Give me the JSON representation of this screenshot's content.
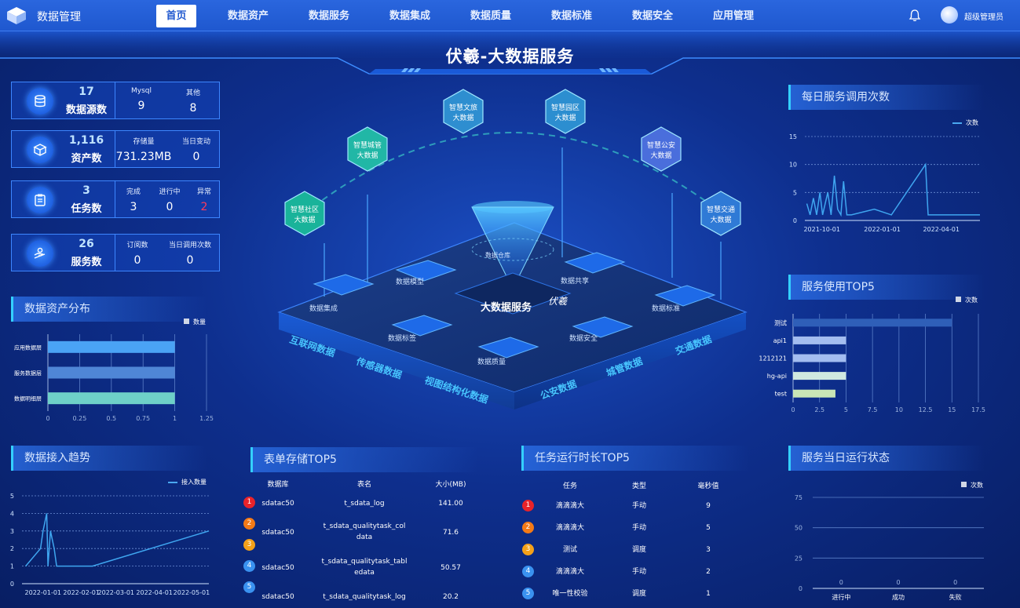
{
  "header": {
    "app_title": "数据管理",
    "nav": [
      "首页",
      "数据资产",
      "数据服务",
      "数据集成",
      "数据质量",
      "数据标准",
      "数据安全",
      "应用管理"
    ],
    "active_nav": "首页",
    "user_name": "超级管理员"
  },
  "hero": {
    "title": "伏羲-大数据服务"
  },
  "stats": [
    {
      "value": "17",
      "label": "数据源数",
      "icon": "database-icon",
      "subs": [
        {
          "label": "Mysql",
          "value": "9"
        },
        {
          "label": "其他",
          "value": "8"
        }
      ]
    },
    {
      "value": "1,116",
      "label": "资产数",
      "icon": "cube-icon",
      "subs": [
        {
          "label": "存储量",
          "value": "731.23MB"
        },
        {
          "label": "当日变动",
          "value": "0"
        }
      ]
    },
    {
      "value": "3",
      "label": "任务数",
      "icon": "clipboard-icon",
      "subs": [
        {
          "label": "完成",
          "value": "3"
        },
        {
          "label": "进行中",
          "value": "0"
        },
        {
          "label": "异常",
          "value": "2"
        }
      ]
    },
    {
      "value": "26",
      "label": "服务数",
      "icon": "hand-service-icon",
      "subs": [
        {
          "label": "订阅数",
          "value": "0"
        },
        {
          "label": "当日调用次数",
          "value": "0"
        }
      ]
    }
  ],
  "colors": {
    "accent": "#34d0ff",
    "alert": "#ff3b5c",
    "nav_bg": "#1f58cf"
  },
  "diagram": {
    "hexagons": [
      "智慧社区\n大数据",
      "智慧城管\n大数据",
      "智慧文旅\n大数据",
      "智慧园区\n大数据",
      "智慧公安\n大数据",
      "智慧交通\n大数据"
    ],
    "center_label": "大数据服务",
    "brand": "伏羲",
    "funnel_label": "数据仓库",
    "modules": [
      "数据集成",
      "数据模型",
      "数据共享",
      "数据标签",
      "数据标准",
      "数据质量",
      "数据安全"
    ],
    "edge_texts_left": [
      "互联网数据",
      "传感器数据",
      "视图结构化数据"
    ],
    "edge_texts_right": [
      "公安数据",
      "城管数据",
      "交通数据"
    ]
  },
  "panels": {
    "asset_dist": {
      "title": "数据资产分布",
      "legend": "数量"
    },
    "access_trend": {
      "title": "数据接入趋势",
      "legend": "接入数量"
    },
    "daily_calls": {
      "title": "每日服务调用次数",
      "legend": "次数"
    },
    "service_top5": {
      "title": "服务使用TOP5",
      "legend": "次数"
    },
    "daily_status": {
      "title": "服务当日运行状态",
      "legend": "次数"
    },
    "table_top5": {
      "title": "表单存储TOP5",
      "headers": [
        "数据库",
        "表名",
        "大小(MB)"
      ],
      "rows": [
        {
          "rank": "1",
          "db": "sdatac50",
          "table": "t_sdata_log",
          "size": "141.00"
        },
        {
          "rank": "2",
          "db": "sdatac50",
          "table": "t_sdata_qualitytask_col\ndata",
          "size": "71.6"
        },
        {
          "rank": "3",
          "db": "",
          "table": "",
          "size": ""
        },
        {
          "rank": "4",
          "db": "sdatac50",
          "table": "t_sdata_qualitytask_tabl\nedata",
          "size": "50.57"
        },
        {
          "rank": "5",
          "db": "sdatac50",
          "table": "t_sdata_qualitytask_log",
          "size": "20.2"
        }
      ]
    },
    "task_top5": {
      "title": "任务运行时长TOP5",
      "headers": [
        "任务",
        "类型",
        "毫秒值"
      ],
      "rows": [
        {
          "rank": "1",
          "task": "滴滴滴大",
          "type": "手动",
          "ms": "9"
        },
        {
          "rank": "2",
          "task": "滴滴滴大",
          "type": "手动",
          "ms": "5"
        },
        {
          "rank": "3",
          "task": "测试",
          "type": "调度",
          "ms": "3"
        },
        {
          "rank": "4",
          "task": "滴滴滴大",
          "type": "手动",
          "ms": "2"
        },
        {
          "rank": "5",
          "task": "唯一性校验",
          "type": "调度",
          "ms": "1"
        }
      ]
    }
  },
  "chart_data": [
    {
      "id": "asset_dist",
      "type": "bar",
      "orientation": "horizontal",
      "categories": [
        "应用数据层",
        "服务数据层",
        "数据明细层"
      ],
      "series": [
        {
          "name": "数量",
          "values": [
            1,
            1,
            1
          ]
        }
      ],
      "xlim": [
        0,
        1.25
      ],
      "xticks": [
        "0",
        "0.25",
        "0.5",
        "0.75",
        "1",
        "1.25"
      ],
      "colors": [
        "#4aa3f5",
        "#4f86d6",
        "#6ed0c8"
      ]
    },
    {
      "id": "access_trend",
      "type": "line",
      "x": [
        "2021-12-18",
        "2021-12-30",
        "2022-01-01",
        "2022-01-04",
        "2022-01-05",
        "2022-01-07",
        "2022-01-10",
        "2022-01-12",
        "2022-01-15",
        "2022-01-22",
        "2022-02-10",
        "2022-05-15"
      ],
      "series": [
        {
          "name": "接入数量",
          "values": [
            1,
            2,
            3,
            4,
            1,
            3,
            2,
            1,
            1,
            1,
            1,
            3
          ]
        }
      ],
      "xticks": [
        "2022-01-01",
        "2022-02-01",
        "2022-03-01",
        "2022-04-01",
        "2022-05-01"
      ],
      "ylim": [
        0,
        5
      ],
      "yticks": [
        "0",
        "1",
        "2",
        "3",
        "4",
        "5"
      ]
    },
    {
      "id": "daily_calls",
      "type": "line",
      "x": [
        "2021-09-08",
        "2021-09-13",
        "2021-09-18",
        "2021-09-23",
        "2021-09-28",
        "2021-10-02",
        "2021-10-06",
        "2021-10-10",
        "2021-10-15",
        "2021-10-20",
        "2021-10-25",
        "2021-10-30",
        "2021-11-03",
        "2021-11-08",
        "2021-11-12",
        "2021-11-15",
        "2021-12-20",
        "2022-01-15",
        "2022-03-08",
        "2022-03-12",
        "2022-05-30"
      ],
      "series": [
        {
          "name": "次数",
          "values": [
            3,
            1,
            4,
            1,
            5,
            1,
            3,
            5,
            1,
            8,
            2,
            1,
            7,
            1,
            1,
            1,
            2,
            1,
            10,
            1,
            1
          ]
        }
      ],
      "xticks": [
        "2021-10-01",
        "2022-01-01",
        "2022-04-01"
      ],
      "ylim": [
        0,
        15
      ],
      "yticks": [
        "0",
        "5",
        "10",
        "15"
      ]
    },
    {
      "id": "service_top5",
      "type": "bar",
      "orientation": "horizontal",
      "categories": [
        "测试",
        "api1",
        "1212121",
        "hg-api",
        "test"
      ],
      "series": [
        {
          "name": "次数",
          "values": [
            15,
            5,
            5,
            5,
            4
          ]
        }
      ],
      "xlim": [
        0,
        17.5
      ],
      "xticks": [
        "0",
        "2.5",
        "5",
        "7.5",
        "10",
        "12.5",
        "15",
        "17.5"
      ],
      "colors": [
        "#2f5fb8",
        "#a3bdf0",
        "#a3bdf0",
        "#cfe9e0",
        "#c9e6b6"
      ]
    },
    {
      "id": "daily_status",
      "type": "bar",
      "categories": [
        "进行中",
        "成功",
        "失败"
      ],
      "series": [
        {
          "name": "次数",
          "values": [
            0,
            0,
            0
          ]
        }
      ],
      "ylim": [
        0,
        75
      ],
      "yticks": [
        "0",
        "25",
        "50",
        "75"
      ]
    }
  ]
}
